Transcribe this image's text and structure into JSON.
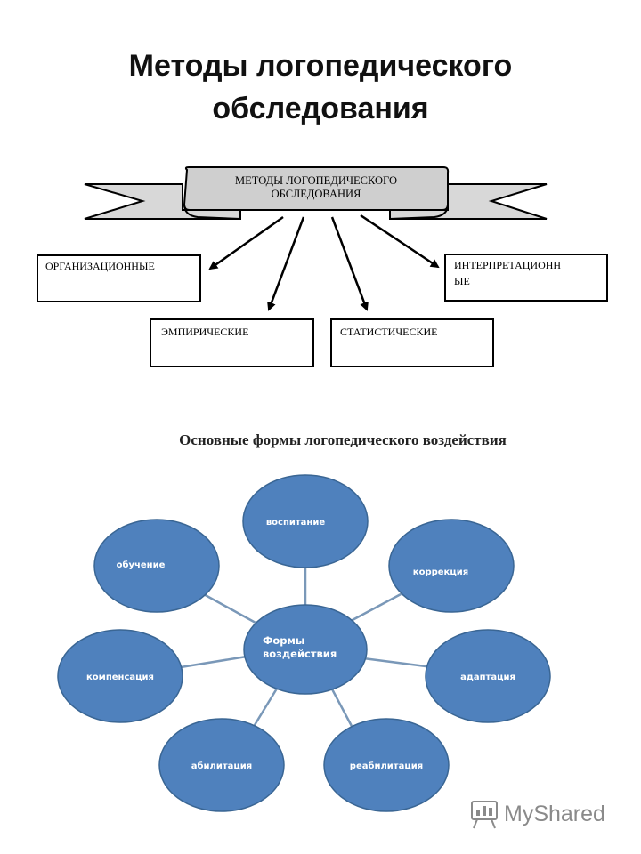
{
  "title": {
    "line1": "Методы  логопедического",
    "line2": "обследования"
  },
  "methods_diagram": {
    "banner": {
      "line1": "МЕТОДЫ ЛОГОПЕДИЧЕСКОГО",
      "line2": "ОБСЛЕДОВАНИЯ"
    },
    "boxes": {
      "organizational": {
        "line1": "ОРГАНИЗАЦИОННЫЕ"
      },
      "interpretive": {
        "line1": "ИНТЕРПРЕТАЦИОНН",
        "line2": "ЫЕ"
      },
      "empirical": {
        "line1": "ЭМПИРИЧЕСКИЕ"
      },
      "statistical": {
        "line1": "СТАТИСТИЧЕСКИЕ"
      }
    }
  },
  "forms_diagram": {
    "subtitle": "Основные формы логопедического воздействия",
    "hub": {
      "line1": "Формы",
      "line2": "воздействия"
    },
    "nodes": {
      "vospitanie": "воспитание",
      "korrekciya": "коррекция",
      "adaptaciya": "адаптация",
      "reabilitaciya": "реабилитация",
      "abilitaciya": "абилитация",
      "kompensaciya": "компенсация",
      "obuchenie": "обучение"
    },
    "colors": {
      "ellipse_fill": "#4f81bd",
      "ellipse_stroke": "#3a6694",
      "connector": "#7a98b8"
    }
  },
  "watermark": {
    "text": "MyShared"
  }
}
